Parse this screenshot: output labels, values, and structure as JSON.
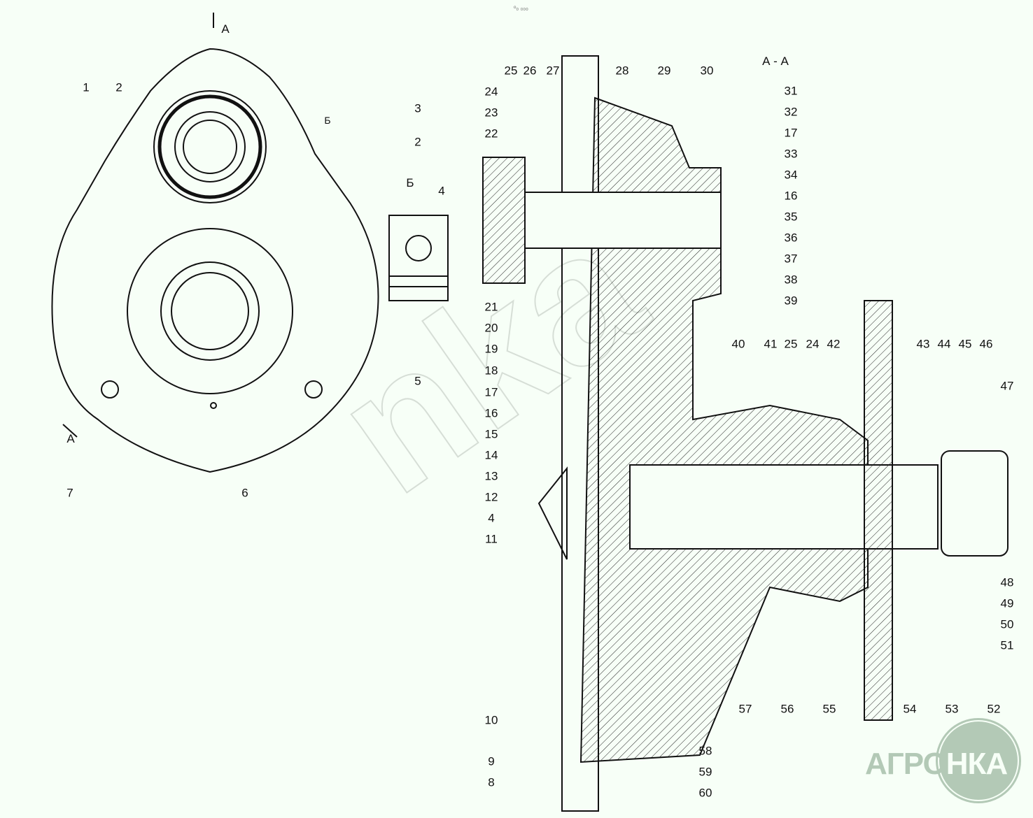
{
  "header_mark": "ᵒ₀ ₀₀₀",
  "views": {
    "section_top": "А",
    "section_bottom": "А",
    "view_b": "Б",
    "arrow_b": "Б",
    "section_title": "А - А"
  },
  "callouts": [
    "1",
    "2",
    "3",
    "2",
    "4",
    "5",
    "6",
    "7",
    "25",
    "26",
    "27",
    "28",
    "29",
    "30",
    "31",
    "32",
    "17",
    "33",
    "34",
    "16",
    "35",
    "36",
    "37",
    "38",
    "39",
    "24",
    "23",
    "22",
    "21",
    "20",
    "19",
    "18",
    "17",
    "16",
    "15",
    "14",
    "13",
    "12",
    "4",
    "11",
    "10",
    "9",
    "8",
    "40",
    "41",
    "25",
    "24",
    "42",
    "43",
    "44",
    "45",
    "46",
    "47",
    "48",
    "49",
    "50",
    "51",
    "52",
    "53",
    "54",
    "55",
    "56",
    "57",
    "58",
    "59",
    "60"
  ],
  "watermark": "nka",
  "logo": {
    "left": "АГРО",
    "right": "НКА"
  },
  "colors": {
    "background": "#f7fff7",
    "line": "#111111",
    "logo": "#b3c9b6"
  }
}
